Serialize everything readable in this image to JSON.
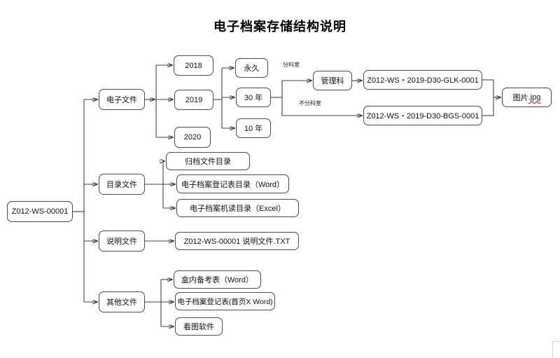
{
  "title": "电子档案存储结构说明",
  "colors": {
    "box_border": "#4a4a4a",
    "connector_line": "#404040",
    "spellcheck_underline": "#cc0000"
  },
  "diagram": {
    "root": {
      "label": "Z012-WS-00001"
    },
    "branches": {
      "electronic": {
        "label": "电子文件",
        "years": [
          "2018",
          "2019",
          "2020"
        ],
        "retention": [
          "永久",
          "30 年",
          "10 年"
        ],
        "dept_branch_label": "分科室",
        "no_dept_branch_label": "不分科室",
        "dept_office": "管理科",
        "folder_with_dept": "Z012-WS・2019-D30-GLK-0001",
        "folder_without_dept": "Z012-WS・2019-D30-BGS-0001",
        "image_file": {
          "base": "图片",
          "ext": ".jpg"
        }
      },
      "catalog": {
        "label": "目录文件",
        "children": [
          "归档文件目录",
          "电子档案登记表目录（Word）",
          "电子档案机读目录（Excel）"
        ]
      },
      "readme": {
        "label": "说明文件",
        "children": [
          "Z012-WS-00001 说明文件.TXT"
        ]
      },
      "other": {
        "label": "其他文件",
        "children": [
          "盒内备考表（Word）",
          "电子档案登记表(首页X Word)",
          "看图软件"
        ]
      }
    }
  }
}
